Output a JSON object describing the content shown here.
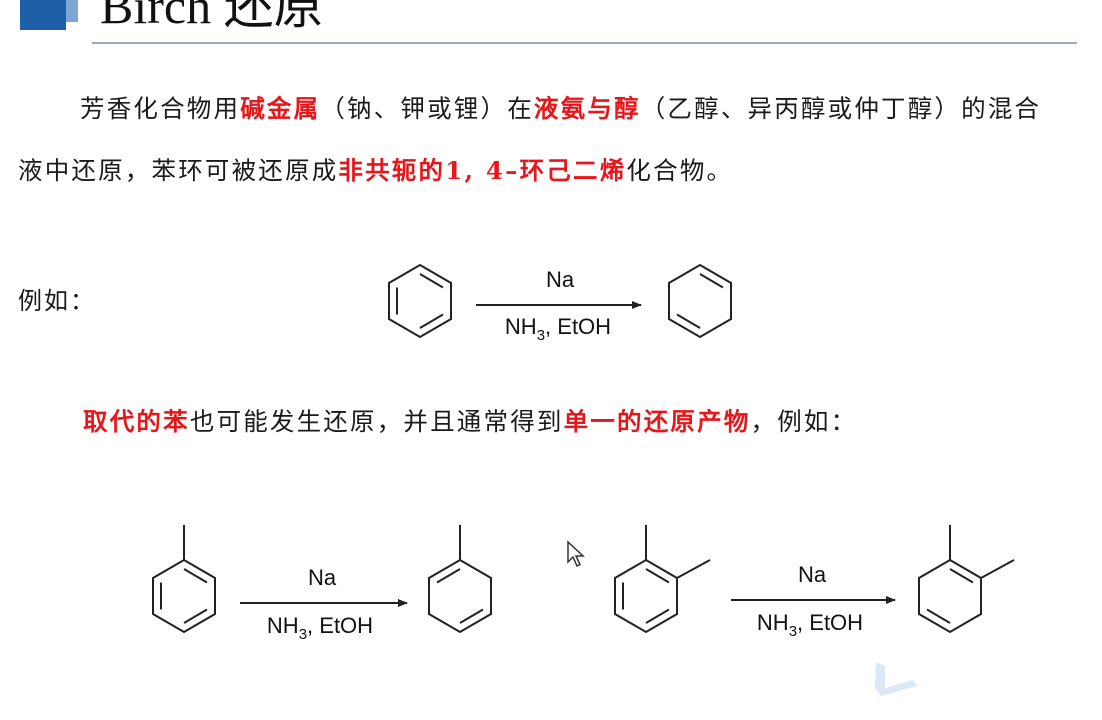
{
  "title": "Birch 还原",
  "paragraph1": {
    "p1": "芳香化合物用",
    "hl1": "碱金属",
    "p2": "（钠、钾或锂）在",
    "hl2": "液氨与醇",
    "p3": "（乙醇、异丙醇或仲丁醇）的混合液中还原，苯环可被还原成",
    "hl3": "非共轭的1, 4–环己二烯",
    "p4": "化合物。"
  },
  "example_label": "例如：",
  "reaction1": {
    "reagent_top": "Na",
    "reagent_bottom_1": "NH",
    "reagent_bottom_sub": "3",
    "reagent_bottom_2": ", EtOH"
  },
  "paragraph2": {
    "hl1": "取代的苯",
    "p1": "也可能发生还原，并且通常得到",
    "hl2": "单一的还原产物",
    "p2": "，例如："
  },
  "reaction2": {
    "reagent_top": "Na",
    "reagent_bottom_1": "NH",
    "reagent_bottom_sub": "3",
    "reagent_bottom_2": ", EtOH"
  },
  "reaction3": {
    "reagent_top": "Na",
    "reagent_bottom_1": "NH",
    "reagent_bottom_sub": "3",
    "reagent_bottom_2": ", EtOH"
  },
  "colors": {
    "accent_blue": "#1f5fa8",
    "highlight_red": "#e8151a"
  }
}
